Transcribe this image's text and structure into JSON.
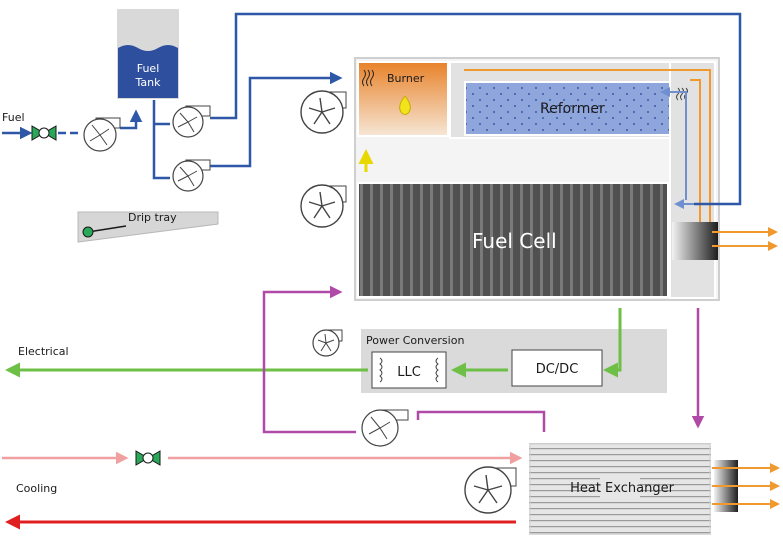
{
  "labels": {
    "fuel": "Fuel",
    "fuel_tank_line1": "Fuel",
    "fuel_tank_line2": "Tank",
    "burner": "Burner",
    "reformer": "Reformer",
    "drip_tray": "Drip tray",
    "fuel_cell": "Fuel Cell",
    "power_conversion": "Power Conversion",
    "llc": "LLC",
    "dcdc": "DC/DC",
    "electrical": "Electrical",
    "cooling": "Cooling",
    "heat_exchanger": "Heat Exchanger"
  },
  "colors": {
    "fuel_line": "#2e57a8",
    "electrical": "#6dbf45",
    "cooling_in": "#f0a0a0",
    "cooling_out": "#e02020",
    "recirc": "#b04aa8",
    "exhaust": "#f0992e",
    "burner_heat": "#f0e020",
    "valve": "#2aa85a"
  },
  "icons": [
    "valve-icon",
    "pump-icon",
    "fan-icon",
    "flame-icon",
    "heat-wave-icon",
    "transformer-icon"
  ]
}
